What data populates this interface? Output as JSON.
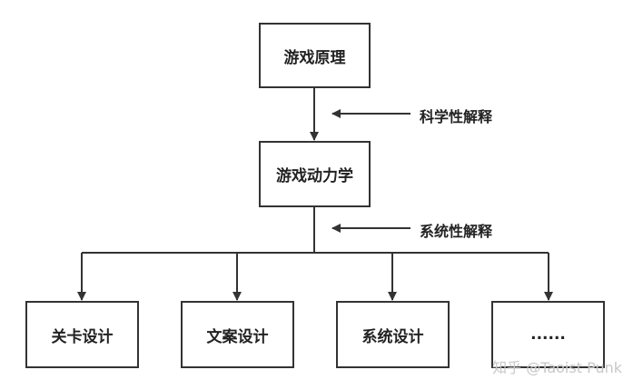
{
  "diagram": {
    "nodes": {
      "root": "游戏原理",
      "middle": "游戏动力学",
      "children": [
        "关卡设计",
        "文案设计",
        "系统设计",
        "......"
      ]
    },
    "annotations": {
      "scientific": "科学性解释",
      "systematic": "系统性解释"
    }
  },
  "watermark": "知乎 @Taoist Punk",
  "colors": {
    "stroke": "#333333",
    "text": "#222222",
    "watermark": "#c8c8c8"
  }
}
